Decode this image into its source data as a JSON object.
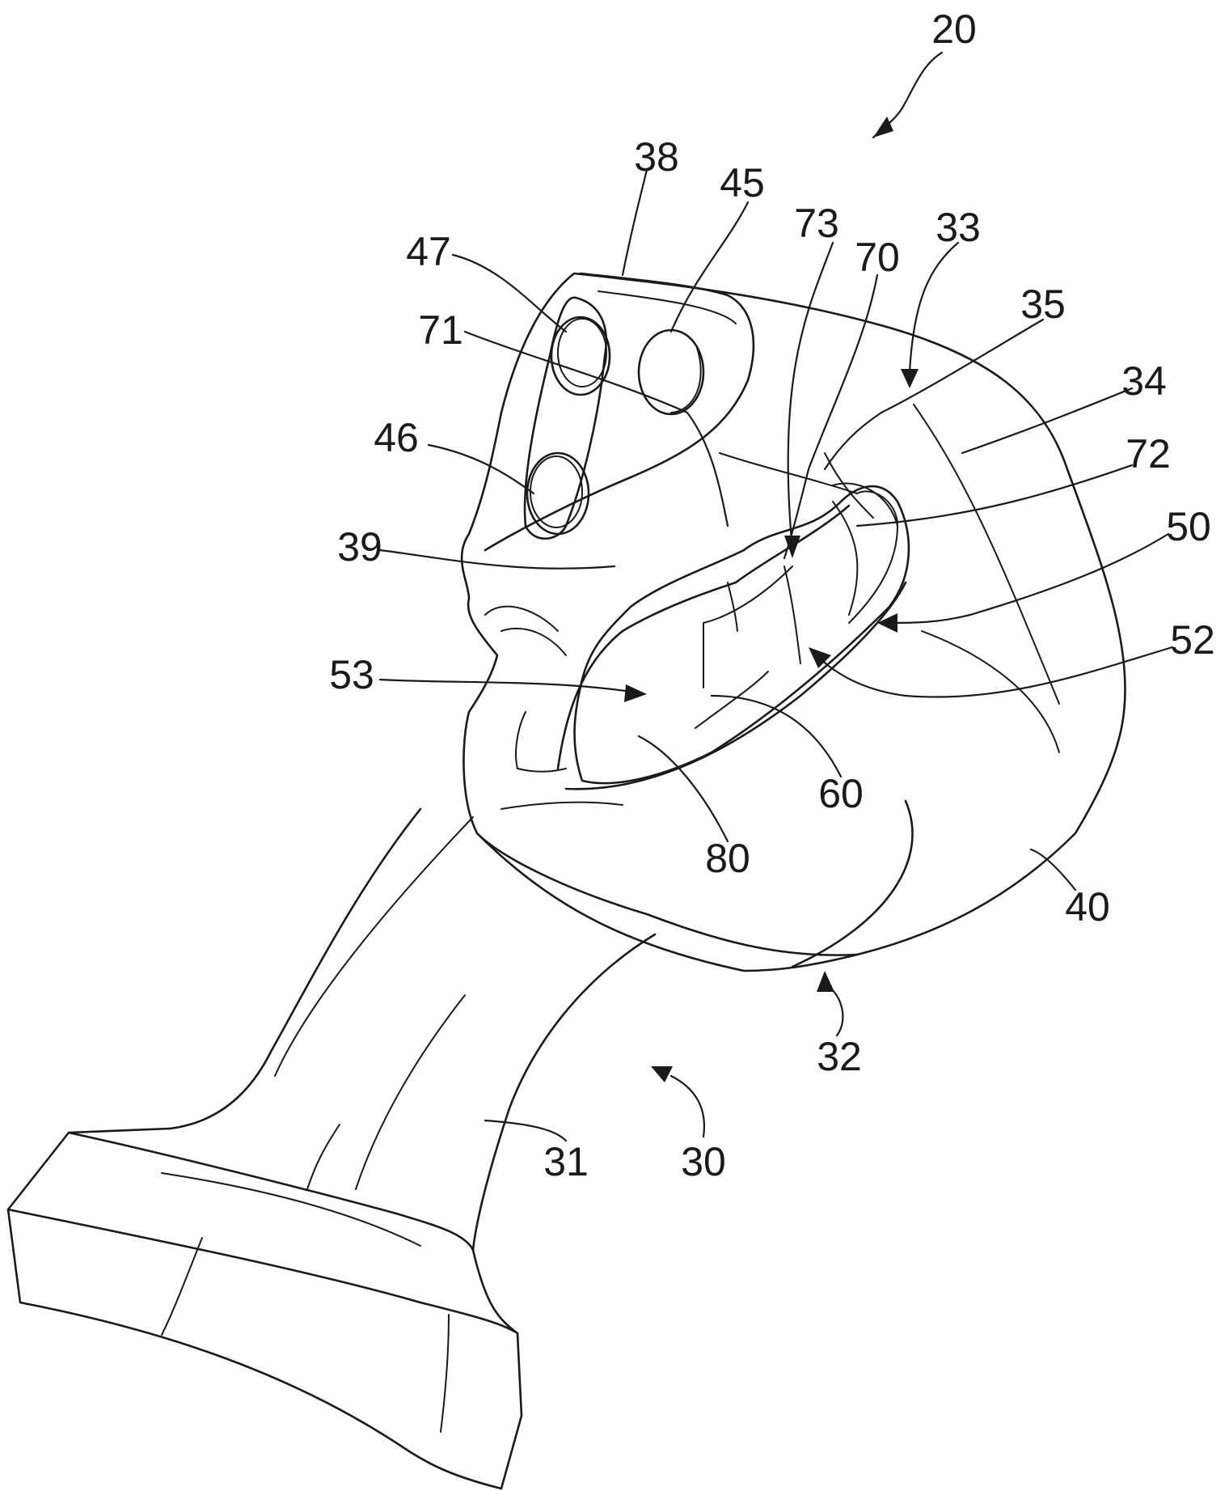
{
  "figure": {
    "reference_numerals": [
      {
        "id": "n20",
        "label": "20"
      },
      {
        "id": "n38",
        "label": "38"
      },
      {
        "id": "n45",
        "label": "45"
      },
      {
        "id": "n73",
        "label": "73"
      },
      {
        "id": "n70",
        "label": "70"
      },
      {
        "id": "n33",
        "label": "33"
      },
      {
        "id": "n47",
        "label": "47"
      },
      {
        "id": "n35",
        "label": "35"
      },
      {
        "id": "n71",
        "label": "71"
      },
      {
        "id": "n34",
        "label": "34"
      },
      {
        "id": "n46",
        "label": "46"
      },
      {
        "id": "n72",
        "label": "72"
      },
      {
        "id": "n39",
        "label": "39"
      },
      {
        "id": "n50",
        "label": "50"
      },
      {
        "id": "n53",
        "label": "53"
      },
      {
        "id": "n52",
        "label": "52"
      },
      {
        "id": "n60",
        "label": "60"
      },
      {
        "id": "n80",
        "label": "80"
      },
      {
        "id": "n40",
        "label": "40"
      },
      {
        "id": "n32",
        "label": "32"
      },
      {
        "id": "n31",
        "label": "31"
      },
      {
        "id": "n30",
        "label": "30"
      }
    ]
  },
  "colors": {
    "ink": "#1a1a1a",
    "paper": "#ffffff"
  }
}
